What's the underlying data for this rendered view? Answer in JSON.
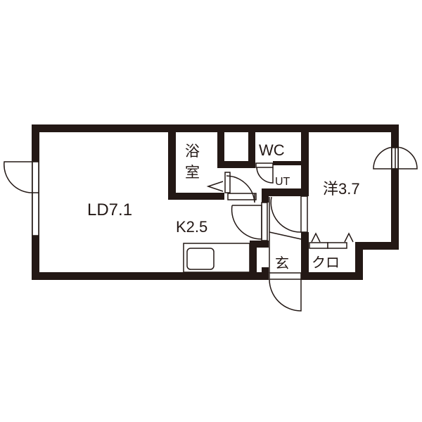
{
  "floor_plan": {
    "colors": {
      "wall": "#231815",
      "background": "#ffffff"
    },
    "rooms": [
      {
        "id": "ld",
        "label": "LD7.1"
      },
      {
        "id": "kitchen",
        "label": "K2.5"
      },
      {
        "id": "bath",
        "label_line1": "浴",
        "label_line2": "室"
      },
      {
        "id": "wc",
        "label": "WC"
      },
      {
        "id": "ut",
        "label": "UT"
      },
      {
        "id": "western",
        "label": "洋3.7"
      },
      {
        "id": "entrance",
        "label": "玄"
      },
      {
        "id": "closet",
        "label": "クロ"
      }
    ]
  }
}
